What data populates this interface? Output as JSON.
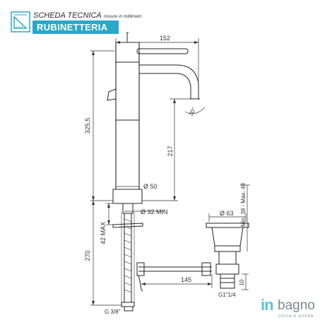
{
  "header": {
    "title": "SCHEDA TECNICA",
    "subtitle": "misure in millimetri",
    "category": "RUBINETTERIA",
    "accent_color": "#2aa8c8"
  },
  "dimensions": {
    "spout_reach": "152",
    "total_height": "325,5",
    "spout_height": "217",
    "body_diameter": "Ø 50",
    "hole_diameter": "Ø 32 MIN",
    "max_deck": "42 MAX",
    "hose_length": "270",
    "connection": "G 3/8\"",
    "angle": "30°",
    "waste_diameter": "Ø 63",
    "waste_range": "Min. 38 - Max. 48",
    "rod_length": "145",
    "waste_thread": "G1\"1/4",
    "waste_offset": "10"
  },
  "brand": {
    "logo_in": "in",
    "logo_bagno": "bagno",
    "tagline": "clicca e arreda",
    "logo_color": "#5cc2d8"
  },
  "icons": {
    "header_icon": "technical-drawing-icon"
  }
}
